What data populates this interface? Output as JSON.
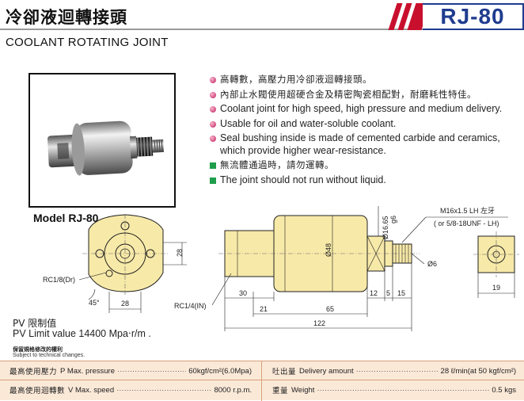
{
  "header": {
    "title_zh": "冷卻液迴轉接頭",
    "title_en": "COOLANT ROTATING  JOINT",
    "model_tag": "RJ-80"
  },
  "colors": {
    "accent_red": "#c8102e",
    "brand_blue": "#1f3c8f",
    "bullet_pink": "#c2185b",
    "bullet_green": "#1e9e4a",
    "spec_bg": "#fbe9d8"
  },
  "features": [
    {
      "text": "高轉數，高壓力用冷卻液迴轉接頭。",
      "lang": "zh",
      "bullet": "dot"
    },
    {
      "text": "內部止水閥使用超硬合金及精密陶瓷相配對，耐磨耗性特佳。",
      "lang": "zh",
      "bullet": "dot"
    },
    {
      "text": "Coolant joint for high speed, high pressure and medium delivery.",
      "lang": "en",
      "bullet": "dot"
    },
    {
      "text": "Usable for oil and water-soluble coolant.",
      "lang": "en",
      "bullet": "dot"
    },
    {
      "text": "Seal bushing inside is made of cemented carbide and ceramics, which provide higher wear-resistance.",
      "lang": "en",
      "bullet": "dot"
    },
    {
      "text": "無流體通過時，請勿運轉。",
      "lang": "zh",
      "bullet": "square"
    },
    {
      "text": "The joint should not run without liquid.",
      "lang": "en",
      "bullet": "square"
    }
  ],
  "model_label": "Model  RJ-80",
  "drawing": {
    "dims": {
      "d28": "28",
      "d28b": "28",
      "d45": "45°",
      "d30": "30",
      "d21": "21",
      "d65": "65",
      "d12": "12",
      "d5": "5",
      "d15": "15",
      "d122": "122",
      "d19": "19",
      "d48": "Ø48",
      "d1665": "Ø16.65",
      "dg6": "g6",
      "d6": "Ø6"
    },
    "labels": {
      "rc18": "RC1/8(Dr)",
      "rc14": "RC1/4(IN)",
      "thread1": "M16x1.5    LH 左牙",
      "thread2": "( or 5/8-18UNF - LH)"
    }
  },
  "pv": {
    "zh": "PV  限制值",
    "en": "PV Limit value 14400 Mpa‧r/m ."
  },
  "notice": {
    "zh": "保留規格修改的權利",
    "en": "Subject to technical changes."
  },
  "specs": [
    {
      "zh": "最高使用壓力",
      "en": "P Max. pressure",
      "value": "60kgf/cm²(6.0Mpa)"
    },
    {
      "zh": "吐出量",
      "en": "Delivery amount",
      "value": "28 ℓ/min(at 50 kgf/cm²)"
    },
    {
      "zh": "最高使用迴轉數",
      "en": "V Max. speed",
      "value": "8000 r.p.m."
    },
    {
      "zh": "重量",
      "en": "Weight",
      "value": "0.5 kgs"
    }
  ]
}
